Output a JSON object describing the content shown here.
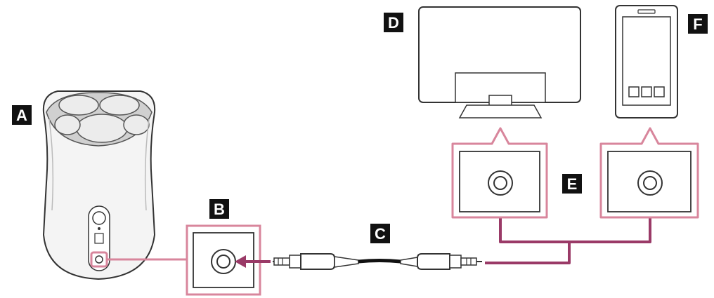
{
  "labels": {
    "a": "A",
    "b": "B",
    "c": "C",
    "d": "D",
    "e": "E",
    "f": "F"
  },
  "colors": {
    "callout": "#d8869c",
    "cable": "#9a3a67",
    "outline": "#333333",
    "speaker_fill": "#f2f2f2",
    "label_bg": "#111111"
  }
}
